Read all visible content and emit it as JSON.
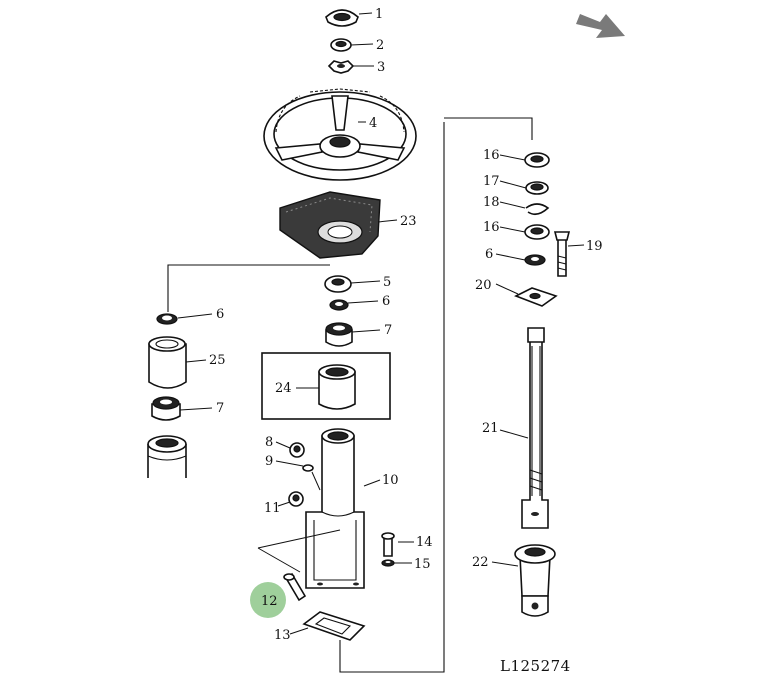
{
  "figure_code": "L125274",
  "highlight_color": "#9fcf9b",
  "arrow_color": "#7a7a7a",
  "callouts": {
    "c1": "1",
    "c2": "2",
    "c3": "3",
    "c4": "4",
    "c23": "23",
    "c5": "5",
    "c6a": "6",
    "c7a": "7",
    "c6b": "6",
    "c25": "25",
    "c7b": "7",
    "c24": "24",
    "c8": "8",
    "c9": "9",
    "c10": "10",
    "c11": "11",
    "c12": "12",
    "c13": "13",
    "c14": "14",
    "c15": "15",
    "c16a": "16",
    "c17": "17",
    "c18": "18",
    "c16b": "16",
    "c6c": "6",
    "c19": "19",
    "c20": "20",
    "c21": "21",
    "c22": "22"
  }
}
